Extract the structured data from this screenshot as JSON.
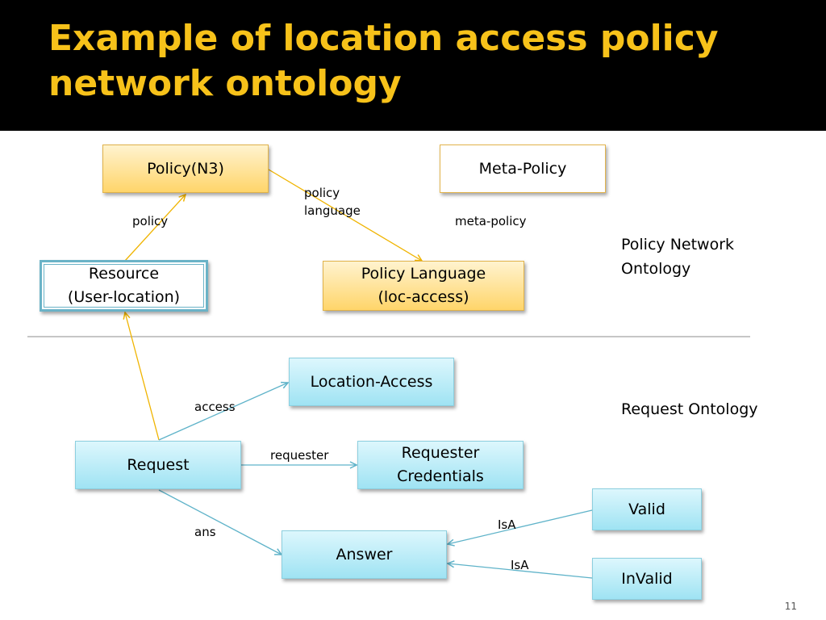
{
  "slide": {
    "title": "Example of location access policy network ontology",
    "page_number": "11"
  },
  "nodes": {
    "policy_n3": "Policy(N3)",
    "meta_policy": "Meta-Policy",
    "resource": "Resource\n(User-location)",
    "policy_language": "Policy Language\n(loc-access)",
    "location_access": "Location-Access",
    "request": "Request",
    "requester_credentials": "Requester\nCredentials",
    "answer": "Answer",
    "valid": "Valid",
    "invalid": "InValid"
  },
  "edge_labels": {
    "policy": "policy",
    "policy_language": "policy\nlanguage",
    "meta_policy": "meta-policy",
    "access": "access",
    "requester": "requester",
    "ans": "ans",
    "isa_valid": "IsA",
    "isa_invalid": "IsA"
  },
  "sections": {
    "policy_network": "Policy Network\nOntology",
    "request": "Request Ontology"
  },
  "colors": {
    "title": "#f7c21a",
    "gold_arrow": "#f0b400",
    "blue_arrow": "#5fb3c9",
    "divider": "#8c8c8c"
  }
}
